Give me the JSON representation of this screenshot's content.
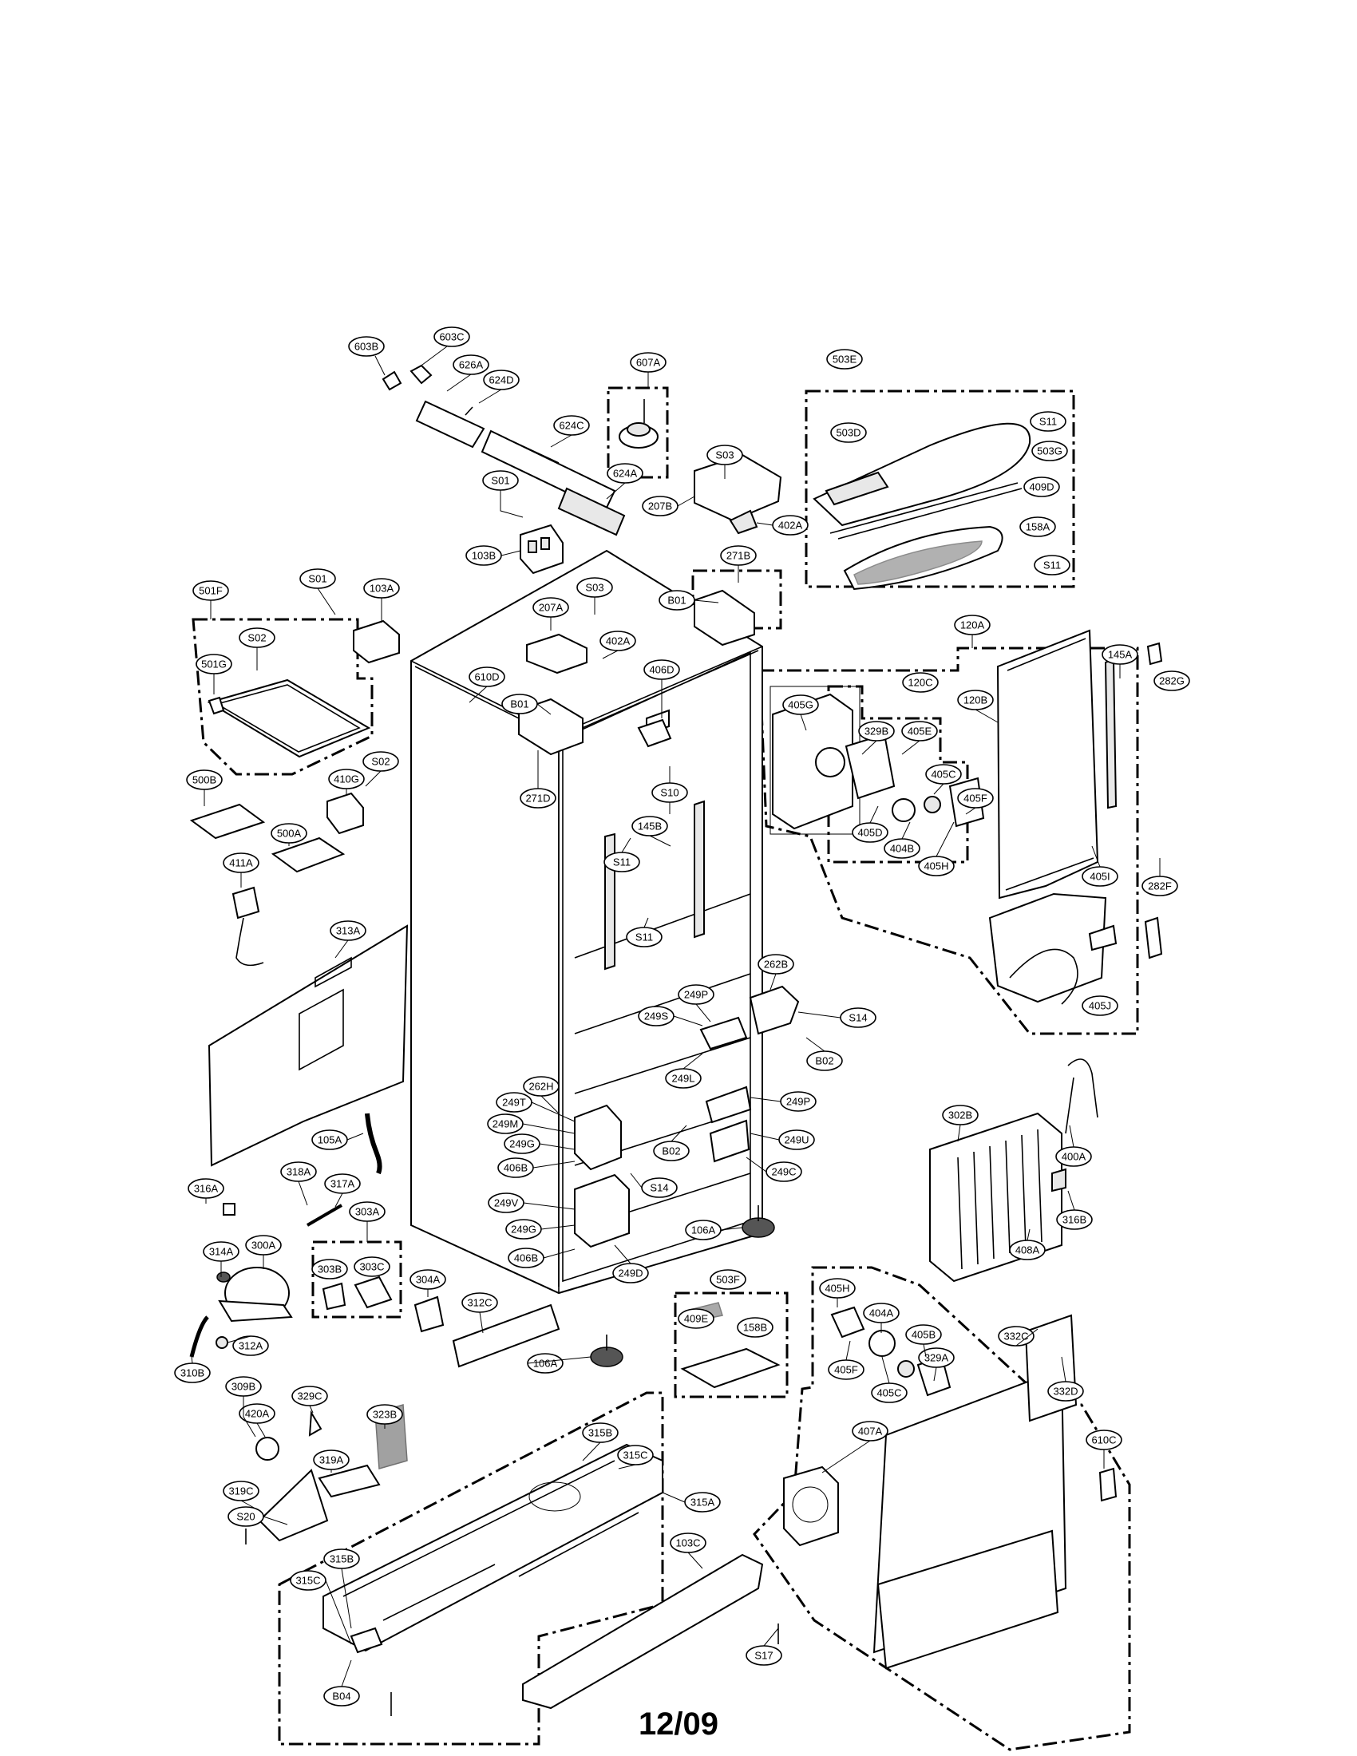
{
  "footer": {
    "date_code": "12/09"
  },
  "labels": [
    "603B",
    "603C",
    "626A",
    "624D",
    "624C",
    "624A",
    "607A",
    "503E",
    "503D",
    "S11",
    "503G",
    "409D",
    "158A",
    "S11",
    "S03",
    "207B",
    "402A",
    "S01",
    "103B",
    "271B",
    "B01",
    "120A",
    "282G",
    "501F",
    "S01",
    "103A",
    "S03",
    "207A",
    "402A",
    "S02",
    "501G",
    "610D",
    "B01",
    "406D",
    "120C",
    "405G",
    "329B",
    "405E",
    "120B",
    "145A",
    "271D",
    "S02",
    "410G",
    "500B",
    "S10",
    "405C",
    "405F",
    "500A",
    "145B",
    "405D",
    "404B",
    "405H",
    "411A",
    "S11",
    "405I",
    "282F",
    "313A",
    "S11",
    "262B",
    "249P",
    "249S",
    "S14",
    "405J",
    "B02",
    "249L",
    "262H",
    "249T",
    "249P",
    "249M",
    "302B",
    "249G",
    "249U",
    "105A",
    "400A",
    "406B",
    "B02",
    "249C",
    "318A",
    "317A",
    "S14",
    "316A",
    "249V",
    "303A",
    "106A",
    "316B",
    "408A",
    "249G",
    "300A",
    "314A",
    "406B",
    "249D",
    "303B",
    "303C",
    "304A",
    "503F",
    "405H",
    "312C",
    "404A",
    "332C",
    "312A",
    "409E",
    "158B",
    "405B",
    "106A",
    "310B",
    "405F",
    "329A",
    "309B",
    "329C",
    "405C",
    "332D",
    "420A",
    "323B",
    "610C",
    "315B",
    "407A",
    "315C",
    "319A",
    "315A",
    "319C",
    "S20",
    "103C",
    "315B",
    "315C",
    "S17",
    "B04"
  ]
}
